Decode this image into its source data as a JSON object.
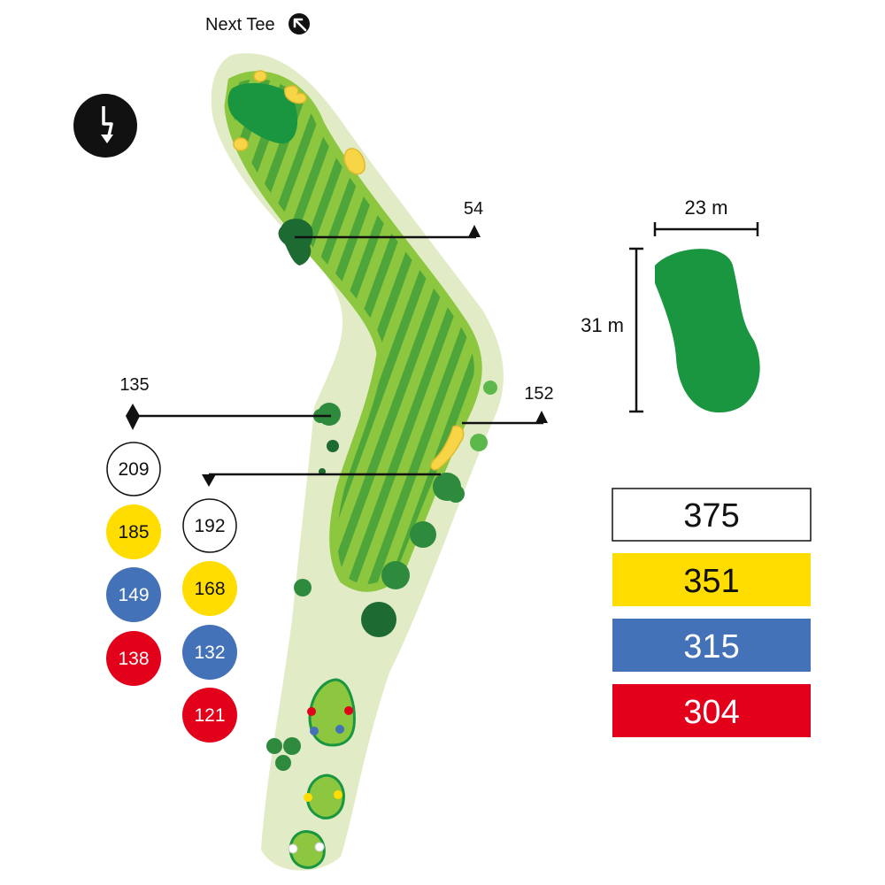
{
  "header": {
    "next_tee_label": "Next Tee",
    "next_tee_icon": "arrow-up-left-icon",
    "compass_icon": "north-arrow-icon"
  },
  "green_dimensions": {
    "width_label": "23 m",
    "depth_label": "31 m"
  },
  "distance_markers": {
    "marker_54": "54",
    "marker_135": "135",
    "marker_152": "152"
  },
  "yardage_discs": {
    "left_column": [
      {
        "value": "209",
        "tee": "white"
      },
      {
        "value": "185",
        "tee": "yellow"
      },
      {
        "value": "149",
        "tee": "blue"
      },
      {
        "value": "138",
        "tee": "red"
      }
    ],
    "right_column": [
      {
        "value": "192",
        "tee": "white"
      },
      {
        "value": "168",
        "tee": "yellow"
      },
      {
        "value": "132",
        "tee": "blue"
      },
      {
        "value": "121",
        "tee": "red"
      }
    ]
  },
  "hole_lengths": [
    {
      "value": "375",
      "tee": "white"
    },
    {
      "value": "351",
      "tee": "yellow"
    },
    {
      "value": "315",
      "tee": "blue"
    },
    {
      "value": "304",
      "tee": "red"
    }
  ],
  "colors": {
    "white": "#ffffff",
    "yellow": "#ffdd00",
    "blue": "#4472b8",
    "red": "#e2001a",
    "rough": "#e1ecc7",
    "fairway_light": "#8dc63f",
    "fairway_dark": "#4ea53a",
    "green": "#1a9640",
    "bunker": "#f7d547",
    "tree_dark": "#1e6a33",
    "tree_mid": "#2e8b3e",
    "tree_light": "#5cb84a"
  }
}
